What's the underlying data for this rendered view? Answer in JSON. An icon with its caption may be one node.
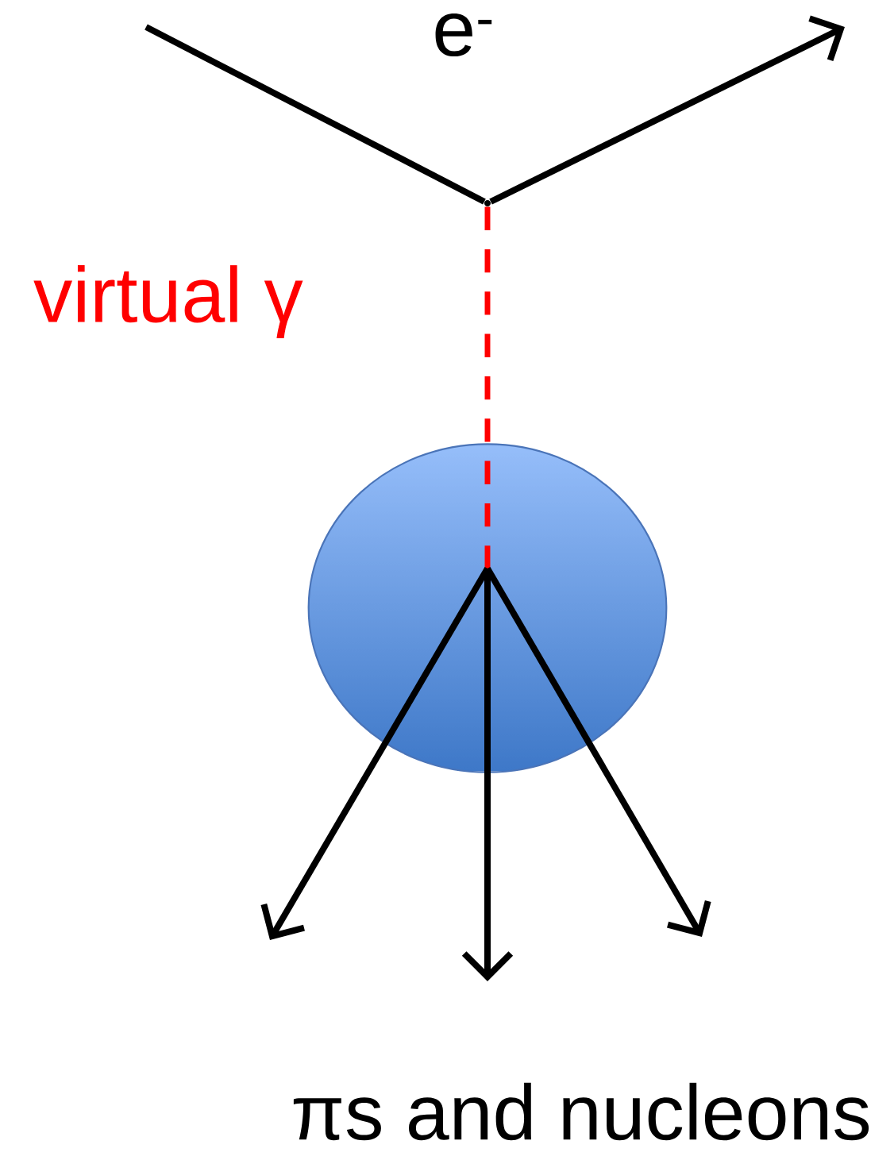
{
  "diagram": {
    "nodes": [
      {
        "text": [],
        "shape": "dot"
      },
      {
        "text": [],
        "shape": "ellipse"
      }
    ],
    "edges": [
      {
        "from": null,
        "to": 0,
        "arrow": "none"
      },
      {
        "from": 0,
        "to": null,
        "arrow": "to"
      },
      {
        "from": 0,
        "to": 1,
        "arrow": "none",
        "style": "dashed",
        "color": "#ff0000",
        "label": "virtual γ"
      },
      {
        "from": 1,
        "to": null,
        "arrow": "to"
      },
      {
        "from": 1,
        "to": null,
        "arrow": "to"
      },
      {
        "from": 1,
        "to": null,
        "arrow": "to"
      }
    ],
    "labels": [
      "e$^{-}$",
      "πs and nucleons"
    ]
  }
}
